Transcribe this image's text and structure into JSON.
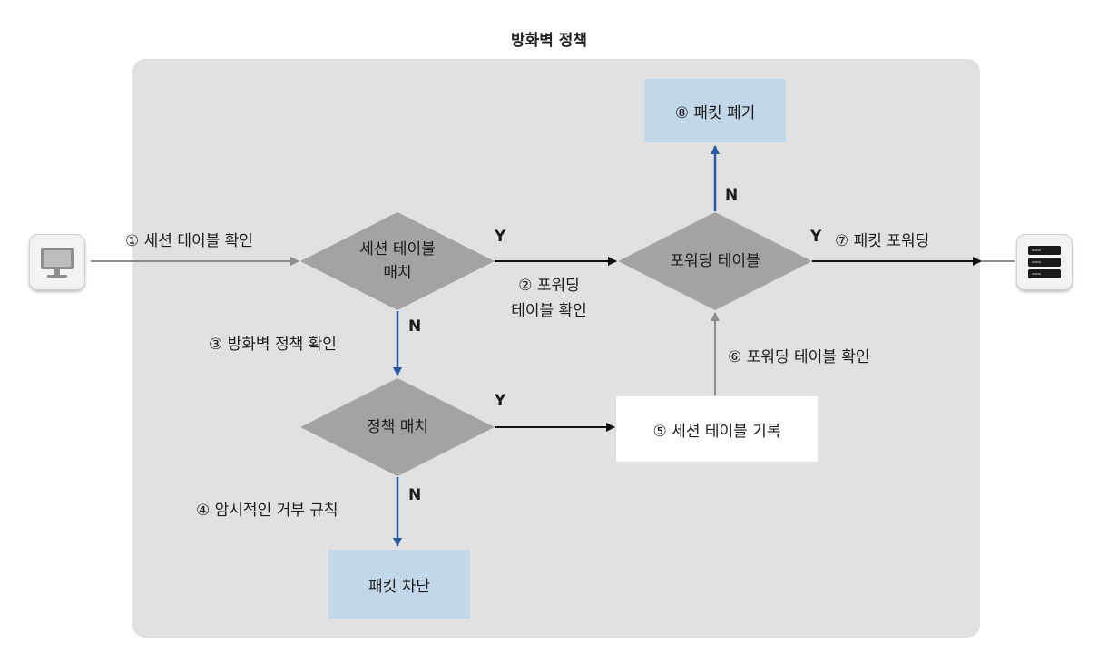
{
  "title": "방화벽 정책",
  "nodes": {
    "session_match": {
      "line1": "세션 테이블",
      "line2": "매치"
    },
    "policy_match": {
      "label": "정책 매치"
    },
    "forwarding_table": {
      "label": "포워딩 테이블"
    },
    "packet_drop": {
      "label": "⑧ 패킷 폐기"
    },
    "packet_block": {
      "label": "패킷 차단"
    },
    "session_record": {
      "label": "⑤ 세션 테이블 기록"
    }
  },
  "edges": {
    "step1": "① 세션 테이블 확인",
    "step2_line1": "② 포워딩",
    "step2_line2": "테이블 확인",
    "step3": "③ 방화벽 정책 확인",
    "step4": "④ 암시적인 거부 규칙",
    "step6": "⑥ 포워딩 테이블 확인",
    "step7": "⑦ 패킷 포워딩"
  },
  "decisions": {
    "session_yes": "Y",
    "session_no": "N",
    "policy_yes": "Y",
    "policy_no": "N",
    "forward_yes": "Y",
    "forward_no": "N"
  },
  "icons": {
    "source": "computer-icon",
    "destination": "server-icon"
  },
  "colors": {
    "panel": "#e1e1e1",
    "diamond": "#a3a3a3",
    "blue_box": "#c2d7e9",
    "blue_arrow": "#2a5aa0",
    "black_arrow": "#111111",
    "gray_arrow": "#8c8c8c"
  }
}
